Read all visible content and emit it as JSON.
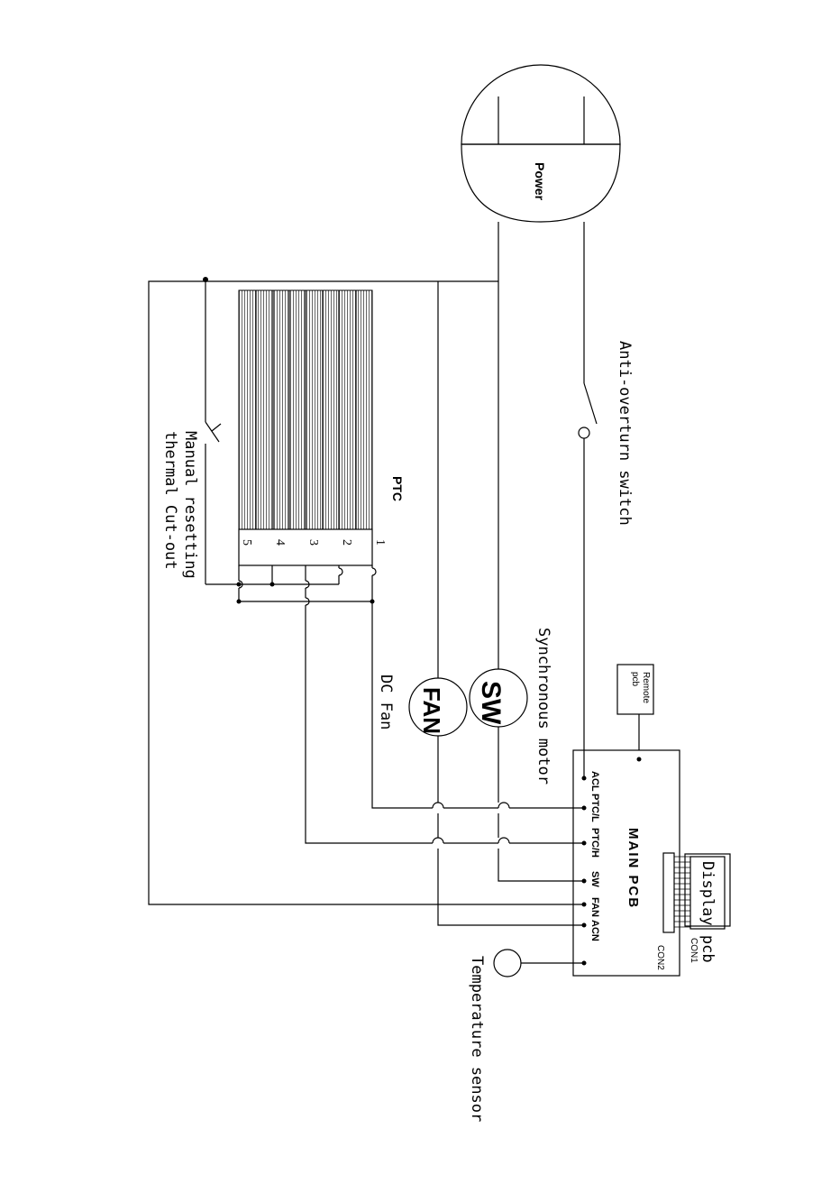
{
  "labels": {
    "power": "Power",
    "anti_overturn_switch": "Anti-overturn switch",
    "ptc": "PTC",
    "manual_cutout_line1": "Manual resetting",
    "manual_cutout_line2": "thermal Cut-out",
    "synchronous_motor": "Synchronous motor",
    "dc_fan": "DC Fan",
    "sw_symbol": "SW",
    "fan_symbol": "FAN",
    "remote_pcb_line1": "Remote",
    "remote_pcb_line2": "pcb",
    "main_pcb": "MAIN PCB",
    "display_pcb": "Display pcb",
    "con1": "CON1",
    "con2": "CON2",
    "temperature_sensor": "Temperature sensor"
  },
  "pcb_pins": [
    "ACL",
    "PTC/L",
    "PTC/H",
    "SW",
    "FAN",
    "ACN"
  ],
  "ptc_terminals": [
    "1",
    "2",
    "3",
    "4",
    "5"
  ]
}
